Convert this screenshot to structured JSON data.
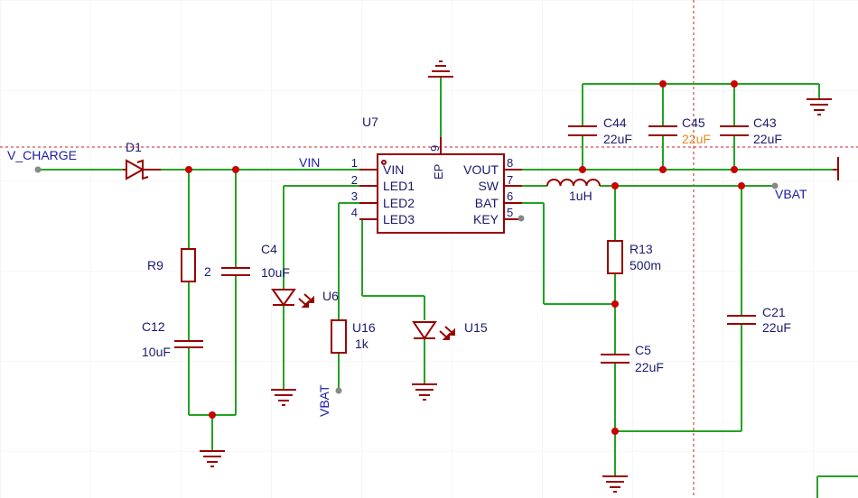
{
  "colors": {
    "background": "#ffffff",
    "grid": "#eeeeee",
    "wire": "#22a322",
    "component": "#990000",
    "net_label": "#1a1aa6",
    "designator": "#1a1a6e",
    "value": "#1a1a6e",
    "value_highlight": "#e38a2a",
    "junction": "#cc0000",
    "pin_endpoint": "#888888",
    "guide_line": "#cc2222"
  },
  "chip": {
    "designator": "U7",
    "left_pins": [
      {
        "num": "1",
        "name": "VIN"
      },
      {
        "num": "2",
        "name": "LED1"
      },
      {
        "num": "3",
        "name": "LED2"
      },
      {
        "num": "4",
        "name": "LED3"
      }
    ],
    "right_pins": [
      {
        "num": "8",
        "name": "VOUT"
      },
      {
        "num": "7",
        "name": "SW"
      },
      {
        "num": "6",
        "name": "BAT"
      },
      {
        "num": "5",
        "name": "KEY"
      }
    ],
    "top_pin": {
      "num": "9",
      "name": "EP"
    }
  },
  "nets": {
    "v_charge": "V_CHARGE",
    "vin": "VIN",
    "vbat_right": "VBAT",
    "vbat_bottom": "VBAT"
  },
  "components": {
    "d1": {
      "designator": "D1"
    },
    "r9": {
      "designator": "R9",
      "value": "2"
    },
    "c12": {
      "designator": "C12",
      "value": "10uF"
    },
    "c4": {
      "designator": "C4",
      "value": "10uF"
    },
    "u6": {
      "designator": "U6"
    },
    "u16": {
      "designator": "U16",
      "value": "1k"
    },
    "u15": {
      "designator": "U15"
    },
    "l1": {
      "value": "1uH"
    },
    "r13": {
      "designator": "R13",
      "value": "500m"
    },
    "c5": {
      "designator": "C5",
      "value": "22uF"
    },
    "c21": {
      "designator": "C21",
      "value": "22uF"
    },
    "c44": {
      "designator": "C44",
      "value": "22uF"
    },
    "c45": {
      "designator": "C45",
      "value": "22uF"
    },
    "c43": {
      "designator": "C43",
      "value": "22uF"
    }
  }
}
